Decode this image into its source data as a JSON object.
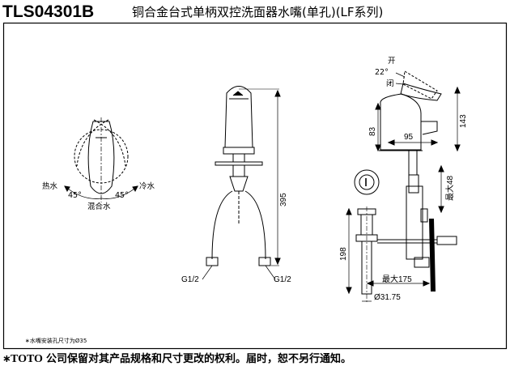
{
  "header": {
    "model": "TLS04301B",
    "product_title": "铜合金台式单柄双控洗面器水嘴(单孔)(LF系列)"
  },
  "top_view": {
    "hot_label": "热水",
    "cold_label": "冷水",
    "mixed_label": "混合水",
    "angle_left": "45°",
    "angle_right": "45°"
  },
  "front_view": {
    "height_395": "395",
    "inlet_left": "G1/2",
    "inlet_right": "G1/2"
  },
  "side_view": {
    "open_label": "开",
    "close_label": "闭",
    "angle_22": "22°",
    "dim_83": "83",
    "dim_95": "95",
    "dim_143": "143",
    "dim_max48": "最大48",
    "dim_198": "198",
    "dim_max175": "最大175",
    "dim_dia": "Ø31.75"
  },
  "footnote": "∗水嘴安装孔尺寸为Ø35",
  "footer": {
    "asterisk": "∗",
    "brand": "TOTO",
    "disclaimer": "公司保留对其产品规格和尺寸更改的权利。届时，恕不另行通知。"
  }
}
